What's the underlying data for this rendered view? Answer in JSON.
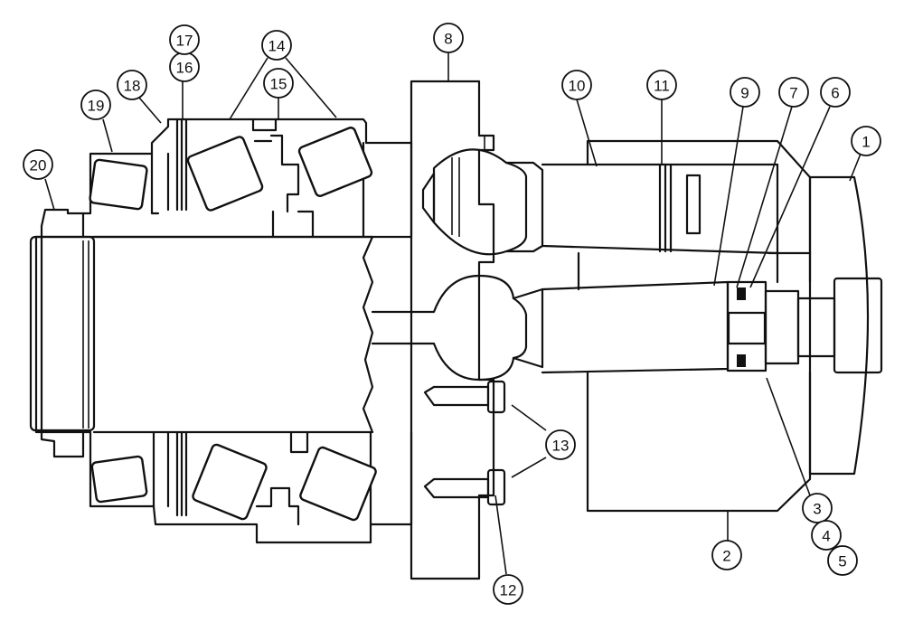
{
  "callouts": [
    {
      "id": "1",
      "label": "1"
    },
    {
      "id": "2",
      "label": "2"
    },
    {
      "id": "3",
      "label": "3"
    },
    {
      "id": "4",
      "label": "4"
    },
    {
      "id": "5",
      "label": "5"
    },
    {
      "id": "6",
      "label": "6"
    },
    {
      "id": "7",
      "label": "7"
    },
    {
      "id": "8",
      "label": "8"
    },
    {
      "id": "9",
      "label": "9"
    },
    {
      "id": "10",
      "label": "10"
    },
    {
      "id": "11",
      "label": "11"
    },
    {
      "id": "12",
      "label": "12"
    },
    {
      "id": "13",
      "label": "13"
    },
    {
      "id": "14",
      "label": "14"
    },
    {
      "id": "15",
      "label": "15"
    },
    {
      "id": "16",
      "label": "16"
    },
    {
      "id": "17",
      "label": "17"
    },
    {
      "id": "18",
      "label": "18"
    },
    {
      "id": "19",
      "label": "19"
    },
    {
      "id": "20",
      "label": "20"
    }
  ],
  "colors": {
    "line": "#111111",
    "background": "#ffffff"
  }
}
